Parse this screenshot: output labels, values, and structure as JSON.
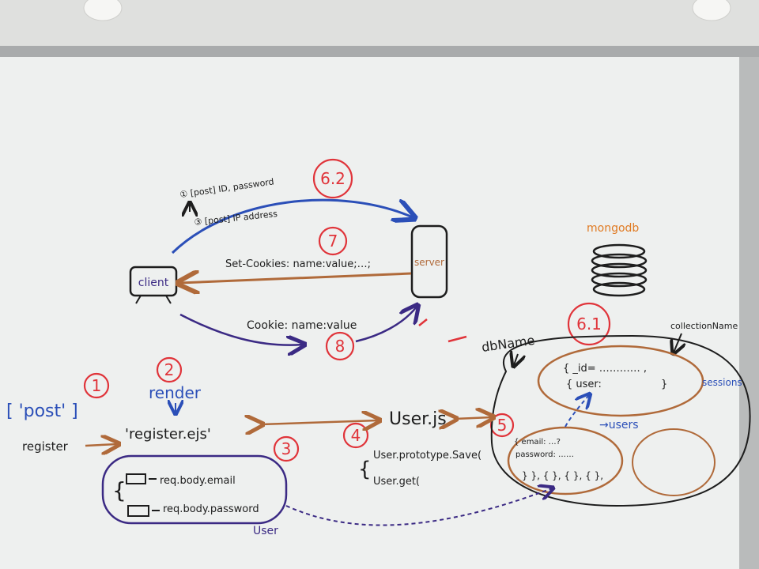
{
  "client": {
    "label": "client"
  },
  "server": {
    "label": "server"
  },
  "arrows": {
    "post_id": "① [post] ID, password",
    "post_ip": "③ [post] IP address",
    "set_cookie": "Set-Cookies: name:value;…;",
    "cookie": "Cookie:  name:value"
  },
  "steps": {
    "s62": "6.2",
    "s7": "7",
    "s8": "8",
    "s61": "6.1",
    "s1": "1",
    "s2": "2",
    "s3": "3",
    "s4": "4",
    "s5": "5"
  },
  "mongo": {
    "label": "mongodb",
    "db_name": "dbName",
    "collection_name": "collectionName"
  },
  "sessions": {
    "label": "sessions",
    "line1": "{ _id= ………… ,",
    "line2": "{ user:",
    "line3": "}"
  },
  "users": {
    "label": "→users",
    "line1": "{ email: …?",
    "line2": "password: ……",
    "line3": "} }, { }, { }, { },"
  },
  "route": {
    "post": "[ 'post' ]",
    "register": "register",
    "render": "render",
    "view": "'register.ejs'"
  },
  "model": {
    "file": "User.js",
    "save": "User.prototype.Save(",
    "get": "User.get("
  },
  "form": {
    "email": "req.body.email",
    "password": "req.body.password",
    "owner": "User"
  },
  "colors": {
    "blue": "#2b4fb8",
    "brown": "#b06a3a",
    "purple": "#3b2a84",
    "red": "#e0343a",
    "orange": "#e07a22",
    "black": "#1d1d1d"
  }
}
